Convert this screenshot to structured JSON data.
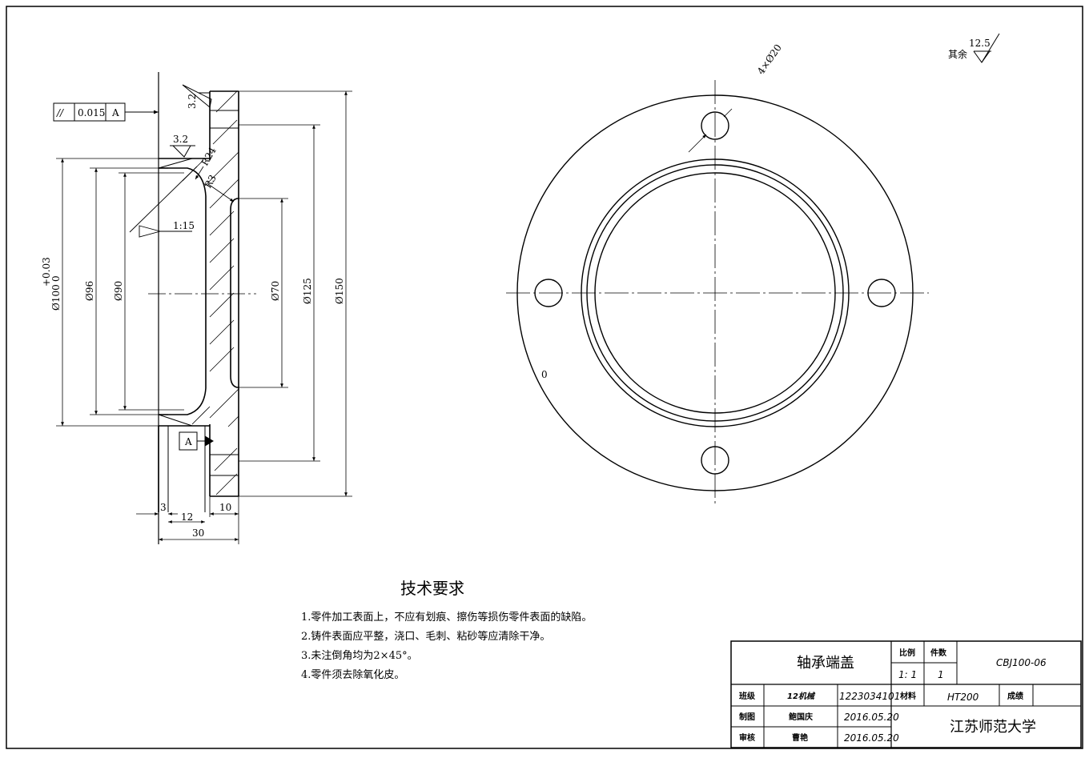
{
  "annotations": {
    "roughness_general": "12.5",
    "roughness_other_label": "其余",
    "roughness_face": "3.2",
    "roughness_bore": "3.2",
    "hole_spec": "4×Ø20",
    "radius": "R24",
    "radius_small": "R3",
    "taper": "1:15",
    "datum": "A"
  },
  "tolerance_frame": {
    "symbol": "//",
    "value": "0.015",
    "datum": "A"
  },
  "dimensions": {
    "d100": "Ø100",
    "d100_upper": "+0.03",
    "d100_lower": "0",
    "d96": "Ø96",
    "d90": "Ø90",
    "d70": "Ø70",
    "d125": "Ø125",
    "d150": "Ø150",
    "w3": "3",
    "w12": "12",
    "w10": "10",
    "w30": "30"
  },
  "small_mark": "0",
  "tech_requirements": {
    "title": "技术要求",
    "items": [
      "1.零件加工表面上，不应有划痕、擦伤等损伤零件表面的缺陷。",
      "2.铸件表面应平整，浇口、毛刺、粘砂等应清除干净。",
      "3.未注倒角均为2×45°。",
      "4.零件须去除氧化皮。"
    ]
  },
  "title_block": {
    "part_name": "轴承端盖",
    "scale_label": "比例",
    "scale_value": "1: 1",
    "qty_label": "件数",
    "qty_value": "1",
    "drawing_no": "CBJ100-06",
    "class_label": "班级",
    "class_value": "12机械",
    "student_id": "1223034101",
    "material_label": "材料",
    "material_value": "HT200",
    "grade_label": "成绩",
    "drawn_label": "制图",
    "drawn_name": "鲍国庆",
    "drawn_date": "2016.05.20",
    "checked_label": "审核",
    "checked_name": "曹艳",
    "checked_date": "2016.05.20",
    "school": "江苏师范大学"
  }
}
